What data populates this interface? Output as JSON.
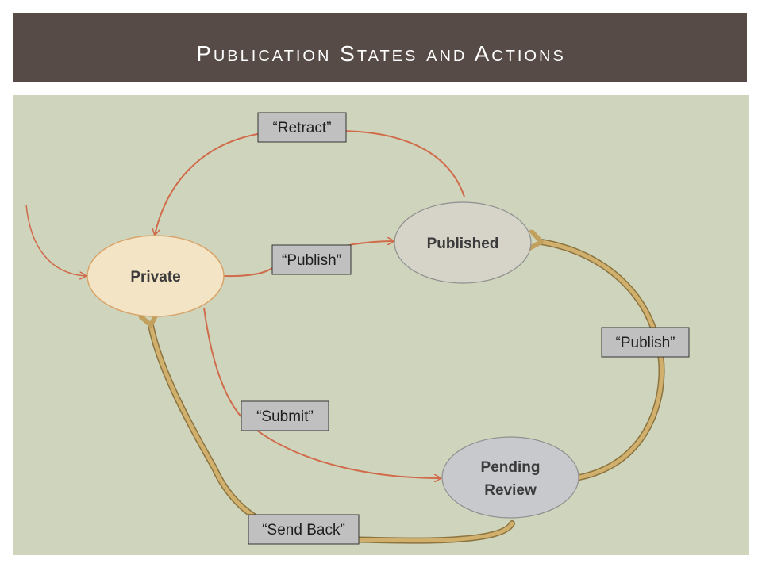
{
  "title": "Publication States and Actions",
  "states": {
    "private": "Private",
    "published": "Published",
    "pending_line1": "Pending",
    "pending_line2": "Review"
  },
  "actions": {
    "retract": "“Retract”",
    "publish_private": "“Publish”",
    "publish_pending": "“Publish”",
    "submit": "“Submit”",
    "send_back": "“Send Back”"
  },
  "colors": {
    "title_bar": "#564b47",
    "canvas": "#cfd5bc",
    "private_fill": "#f4e4c6",
    "private_stroke": "#d8a46a",
    "published_fill": "#d6d3c8",
    "pending_fill": "#c7c9cc",
    "action_box": "#c0c0c0",
    "thin_arrow": "#d06b4c",
    "thick_arrow": "#c2a05e"
  }
}
